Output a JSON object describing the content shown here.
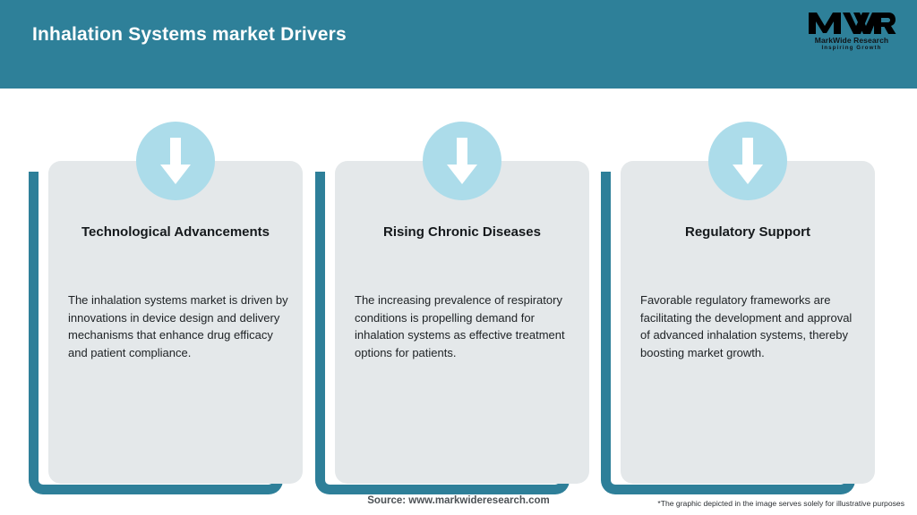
{
  "header": {
    "title": "Inhalation Systems market Drivers",
    "band_color": "#2e8099",
    "title_color": "#ffffff"
  },
  "logo": {
    "mark": "MWR",
    "name": "MarkWide Research",
    "tagline": "Inspiring Growth"
  },
  "theme": {
    "accent_teal": "#2e7f99",
    "card_fill": "#e4e8ea",
    "icon_circle": "#acdcea",
    "page_background": "#ffffff",
    "text_dark": "#15191c"
  },
  "cards": [
    {
      "icon": "arrow-down-icon",
      "title": "Technological Advancements",
      "body": "The inhalation systems market is driven by innovations in device design and delivery mechanisms that enhance drug efficacy and patient compliance."
    },
    {
      "icon": "arrow-down-icon",
      "title": "Rising Chronic Diseases",
      "body": "The increasing prevalence of respiratory conditions is propelling demand for inhalation systems as effective treatment options for patients."
    },
    {
      "icon": "arrow-down-icon",
      "title": "Regulatory Support",
      "body": "Favorable regulatory frameworks are facilitating the development and approval of advanced inhalation systems, thereby boosting market growth."
    }
  ],
  "footer": {
    "source": "Source: www.markwideresearch.com",
    "disclaimer": "*The graphic depicted in the image serves solely for illustrative purposes"
  }
}
